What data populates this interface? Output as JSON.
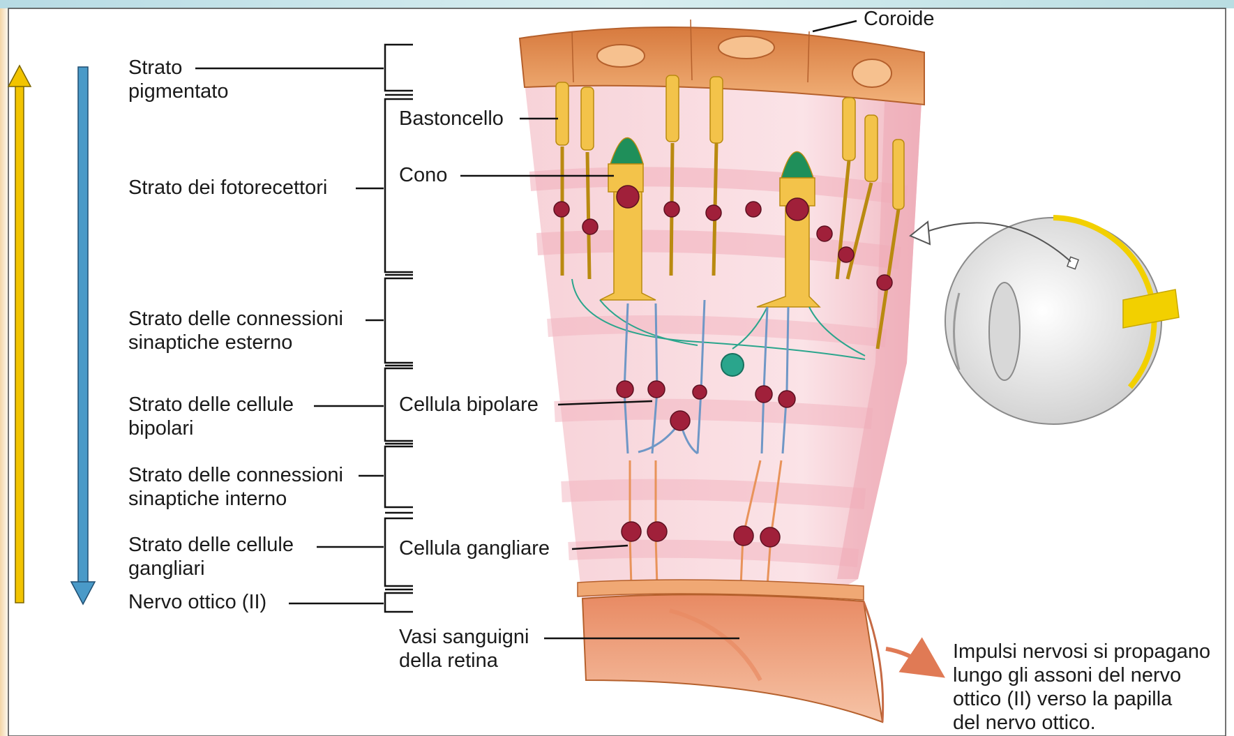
{
  "labels": {
    "coroide": "Coroide",
    "strato_pigmentato": [
      "Strato",
      "pigmentato"
    ],
    "strato_fotorecettori": "Strato dei fotorecettori",
    "strato_sinaptico_esterno": [
      "Strato delle connessioni",
      "sinaptiche esterno"
    ],
    "strato_bipolari": [
      "Strato delle cellule",
      "bipolari"
    ],
    "strato_sinaptico_interno": [
      "Strato delle connessioni",
      "sinaptiche interno"
    ],
    "strato_gangliari": [
      "Strato delle cellule",
      "gangliari"
    ],
    "nervo_ottico": "Nervo ottico (II)",
    "bastoncello": "Bastoncello",
    "cono": "Cono",
    "cellula_bipolare": "Cellula bipolare",
    "cellula_gangliare": "Cellula gangliare",
    "vasi_sanguigni": [
      "Vasi sanguigni",
      "della retina"
    ],
    "impulsi": [
      "Impulsi nervosi si propagano",
      "lungo gli assoni del nervo",
      "ottico (II) verso la papilla",
      "del nervo ottico."
    ]
  },
  "colors": {
    "light_arrow": "#f2c400",
    "signal_arrow": "#4a9ac8",
    "pigment_layer": "#e8965a",
    "photoreceptor": "#f0b82a",
    "cell_body": "#a0203a",
    "bipolar": "#9fc1e6",
    "horizontal_cell": "#2aa58c",
    "ganglion": "#e8935a",
    "retina_tissue": "#f5c6cf",
    "blood_vessel": "#e07a55"
  }
}
